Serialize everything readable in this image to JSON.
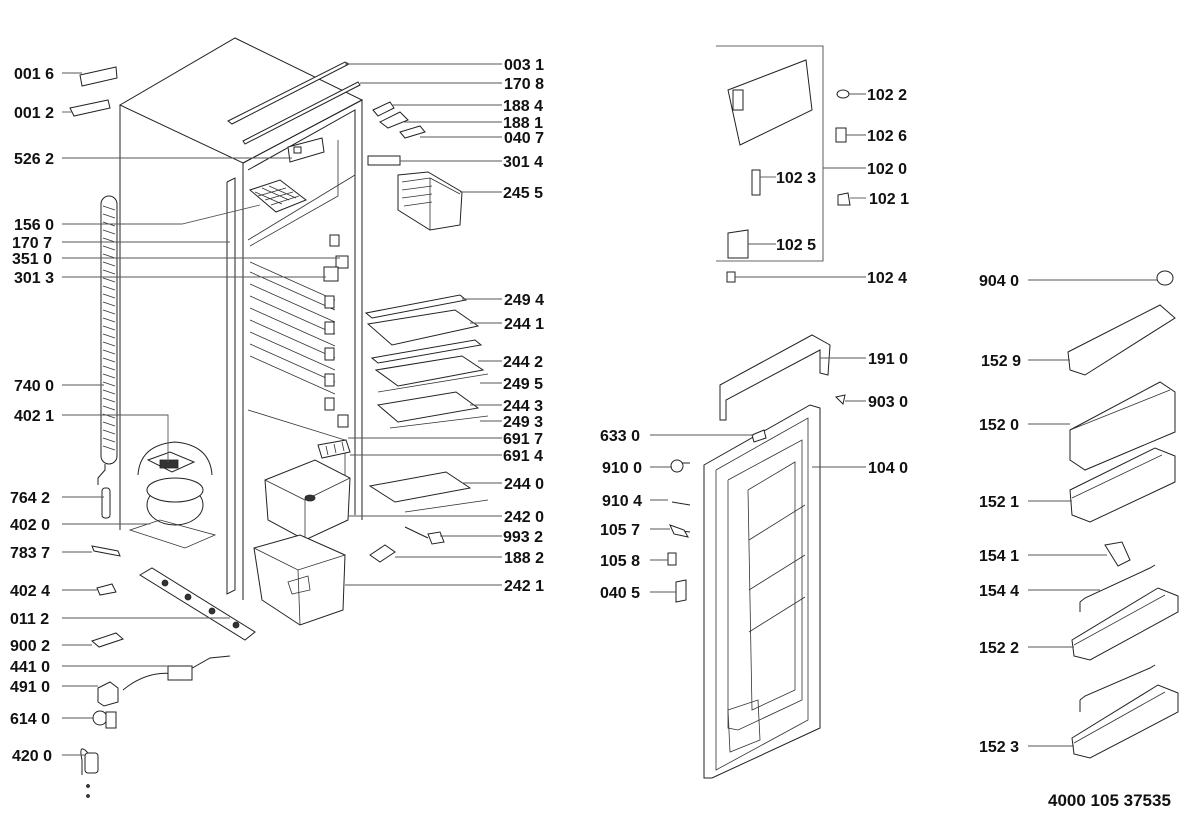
{
  "diagram": {
    "title": "Refrigerator exploded parts diagram",
    "document_number": "4000 105 37535",
    "cabinet_left_labels": [
      {
        "id": "0016",
        "text": "001 6"
      },
      {
        "id": "0012",
        "text": "001 2"
      },
      {
        "id": "5262",
        "text": "526 2"
      },
      {
        "id": "1560",
        "text": "156 0"
      },
      {
        "id": "1707",
        "text": "170 7"
      },
      {
        "id": "3510",
        "text": "351 0"
      },
      {
        "id": "3013",
        "text": "301 3"
      },
      {
        "id": "7400",
        "text": "740 0"
      },
      {
        "id": "4021",
        "text": "402 1"
      },
      {
        "id": "7642",
        "text": "764 2"
      },
      {
        "id": "4020",
        "text": "402 0"
      },
      {
        "id": "7837",
        "text": "783 7"
      },
      {
        "id": "4024",
        "text": "402 4"
      },
      {
        "id": "0112",
        "text": "011 2"
      },
      {
        "id": "9002",
        "text": "900 2"
      },
      {
        "id": "4410",
        "text": "441 0"
      },
      {
        "id": "4910",
        "text": "491 0"
      },
      {
        "id": "6140",
        "text": "614 0"
      },
      {
        "id": "4200",
        "text": "420 0"
      }
    ],
    "cabinet_right_labels": [
      {
        "id": "0031",
        "text": "003 1"
      },
      {
        "id": "1708",
        "text": "170 8"
      },
      {
        "id": "1884",
        "text": "188 4"
      },
      {
        "id": "1881",
        "text": "188 1"
      },
      {
        "id": "0407",
        "text": "040 7"
      },
      {
        "id": "3014",
        "text": "301 4"
      },
      {
        "id": "2455",
        "text": "245 5"
      },
      {
        "id": "2494",
        "text": "249 4"
      },
      {
        "id": "2441",
        "text": "244 1"
      },
      {
        "id": "2442",
        "text": "244 2"
      },
      {
        "id": "2495",
        "text": "249 5"
      },
      {
        "id": "2443",
        "text": "244 3"
      },
      {
        "id": "2493",
        "text": "249 3"
      },
      {
        "id": "6917",
        "text": "691 7"
      },
      {
        "id": "6914",
        "text": "691 4"
      },
      {
        "id": "2440",
        "text": "244 0"
      },
      {
        "id": "2420",
        "text": "242 0"
      },
      {
        "id": "9932",
        "text": "993 2"
      },
      {
        "id": "1882",
        "text": "188 2"
      },
      {
        "id": "2421",
        "text": "242 1"
      }
    ],
    "freezer_door_labels": [
      {
        "id": "1022",
        "text": "102 2"
      },
      {
        "id": "1026",
        "text": "102 6"
      },
      {
        "id": "1020",
        "text": "102 0"
      },
      {
        "id": "1023",
        "text": "102 3"
      },
      {
        "id": "1021",
        "text": "102 1"
      },
      {
        "id": "1025",
        "text": "102 5"
      },
      {
        "id": "1024",
        "text": "102 4"
      }
    ],
    "main_door_labels": [
      {
        "id": "1910",
        "text": "191 0"
      },
      {
        "id": "9030",
        "text": "903 0"
      },
      {
        "id": "6330",
        "text": "633 0"
      },
      {
        "id": "1040",
        "text": "104 0"
      },
      {
        "id": "9100",
        "text": "910 0"
      },
      {
        "id": "9104",
        "text": "910 4"
      },
      {
        "id": "1057",
        "text": "105 7"
      },
      {
        "id": "1058",
        "text": "105 8"
      },
      {
        "id": "0405",
        "text": "040 5"
      }
    ],
    "door_accessory_labels": [
      {
        "id": "9040",
        "text": "904 0"
      },
      {
        "id": "1529",
        "text": "152 9"
      },
      {
        "id": "1520",
        "text": "152 0"
      },
      {
        "id": "1521",
        "text": "152 1"
      },
      {
        "id": "1541",
        "text": "154 1"
      },
      {
        "id": "1544",
        "text": "154 4"
      },
      {
        "id": "1522",
        "text": "152 2"
      },
      {
        "id": "1523",
        "text": "152 3"
      }
    ]
  }
}
